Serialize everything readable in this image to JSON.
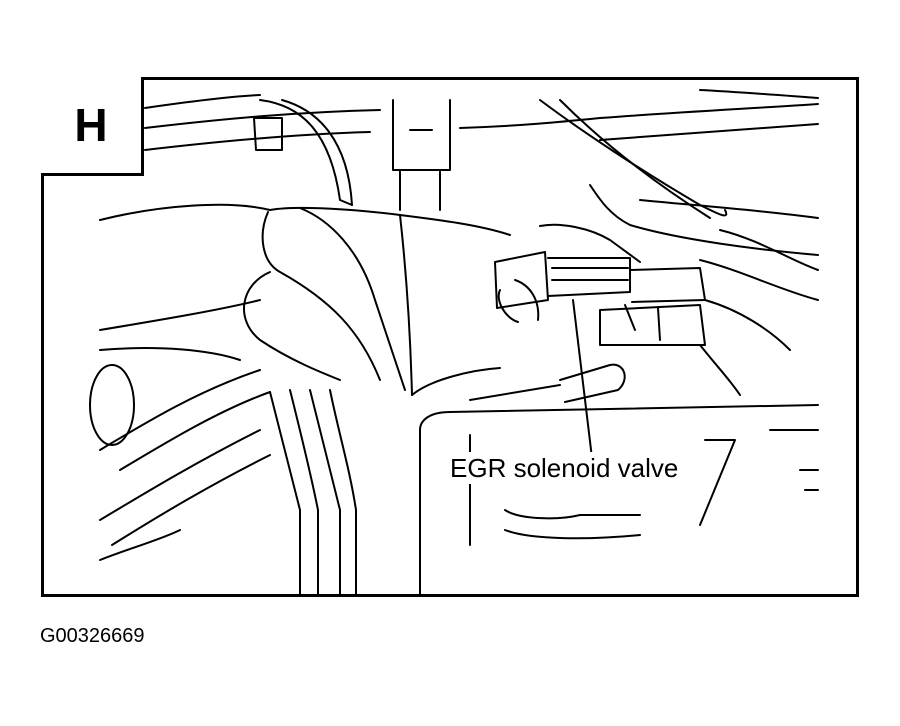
{
  "panel": {
    "label": "H"
  },
  "callout": {
    "text": "EGR solenoid valve"
  },
  "figure_id": "G00326669",
  "colors": {
    "line": "#000000",
    "background": "#ffffff"
  }
}
